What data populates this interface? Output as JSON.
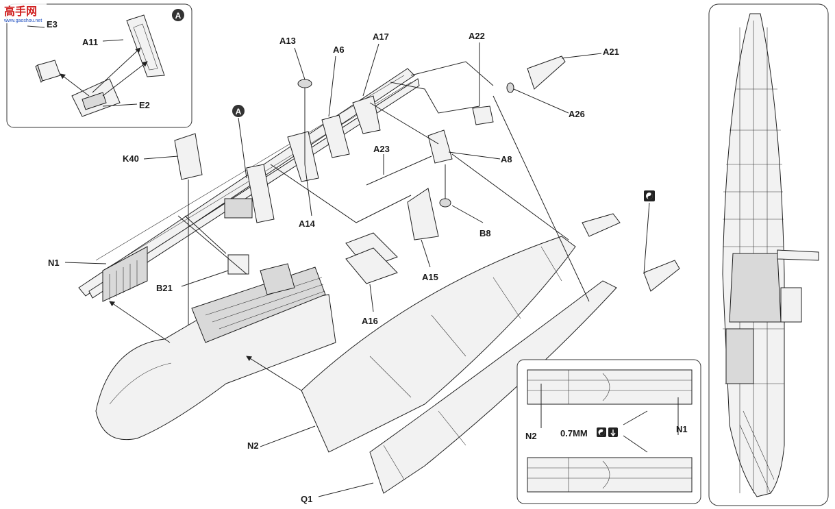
{
  "logo": {
    "text": "高手网",
    "subtext": "www.gaoshou.net"
  },
  "callout_marker": "A",
  "labels": {
    "E3": "E3",
    "A11": "A11",
    "E2": "E2",
    "A13": "A13",
    "A6": "A6",
    "A17": "A17",
    "A22": "A22",
    "A21": "A21",
    "A26": "A26",
    "A23": "A23",
    "A8": "A8",
    "K40": "K40",
    "A14": "A14",
    "B8": "B8",
    "N1": "N1",
    "B21": "B21",
    "A15": "A15",
    "A16": "A16",
    "N2": "N2",
    "Q1": "Q1",
    "detail_N2": "N2",
    "detail_N1": "N1",
    "drill_size": "0.7MM"
  },
  "icons": [
    "yin-yang-icon",
    "drill-icon"
  ]
}
